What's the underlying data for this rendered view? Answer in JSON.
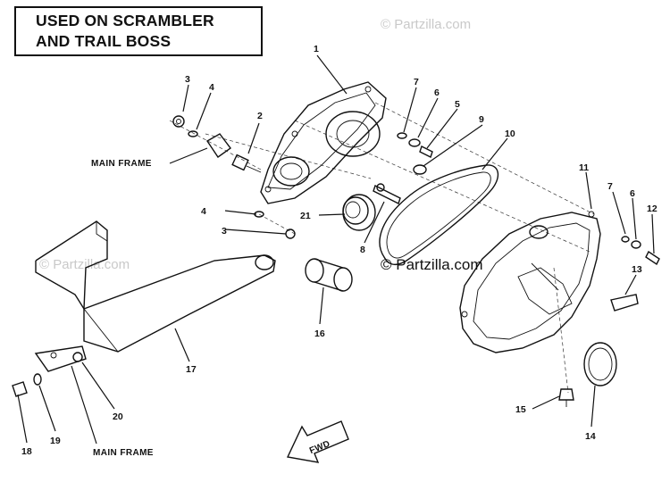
{
  "title": {
    "line1": "USED ON SCRAMBLER",
    "line2": "AND TRAIL BOSS"
  },
  "watermarks": {
    "top_right": "© Partzilla.com",
    "left": "© Partzilla.com",
    "center": "© Partzilla.com"
  },
  "labels": {
    "main_frame_top": "MAIN FRAME",
    "main_frame_bottom": "MAIN FRAME",
    "fwd": "FWD"
  },
  "callouts": {
    "c1": "1",
    "c2": "2",
    "c3a": "3",
    "c3b": "3",
    "c4a": "4",
    "c4b": "4",
    "c5": "5",
    "c6a": "6",
    "c6b": "6",
    "c7a": "7",
    "c7b": "7",
    "c8": "8",
    "c9": "9",
    "c10": "10",
    "c11": "11",
    "c12": "12",
    "c13": "13",
    "c14": "14",
    "c15": "15",
    "c16": "16",
    "c17": "17",
    "c18": "18",
    "c19": "19",
    "c20": "20",
    "c21": "21"
  }
}
